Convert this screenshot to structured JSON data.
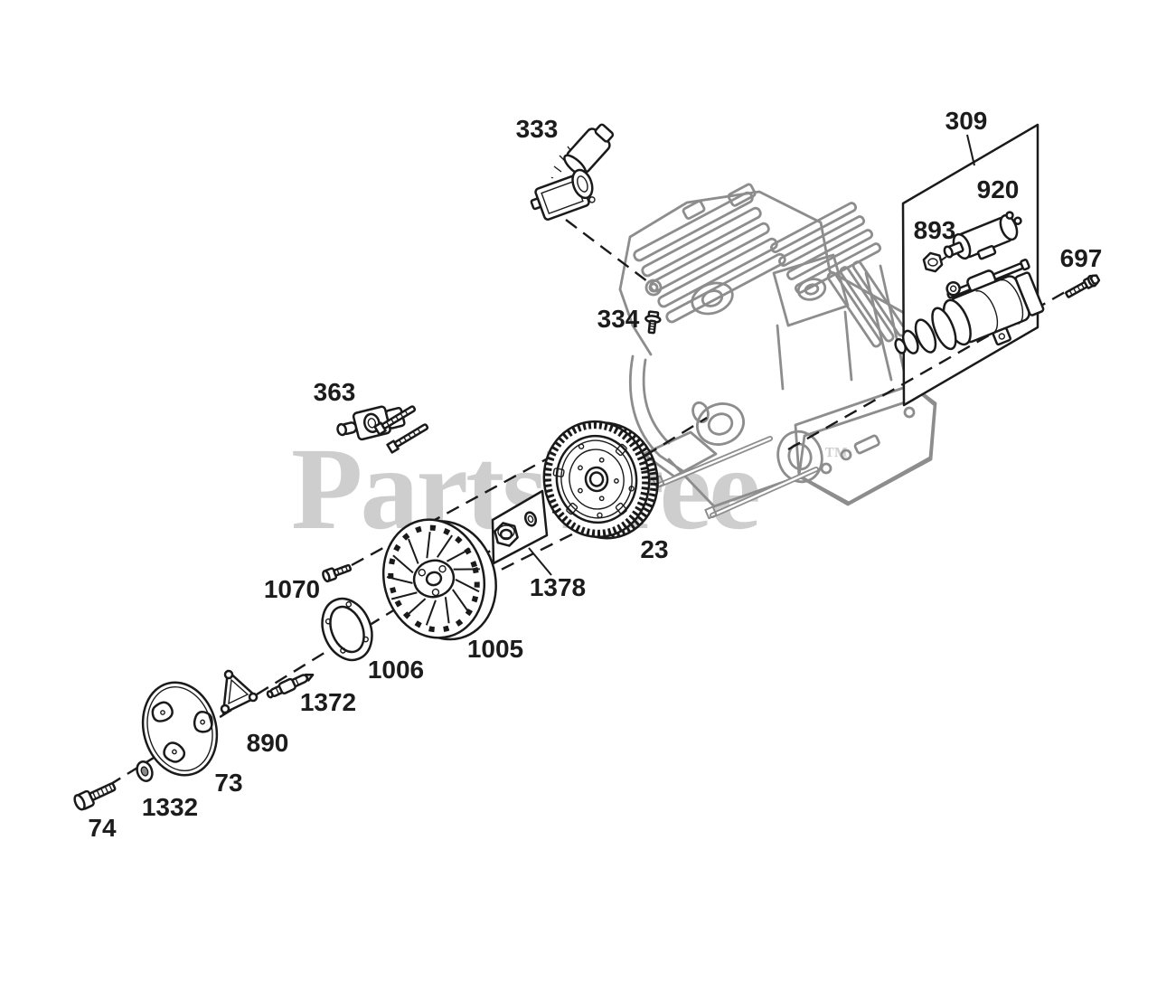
{
  "diagram": {
    "watermark": {
      "text": "PartsTree",
      "trademark": "™"
    },
    "colors": {
      "background": "#ffffff",
      "part_line": "#1a1a1a",
      "engine_line": "#8d8d8d",
      "label_text": "#1c1c1c",
      "watermark": "#cecece"
    },
    "part_labels": {
      "ignition_coil": "333",
      "engine_screw": "334",
      "starter_box": "309",
      "solenoid": "920",
      "hex_nut": "893",
      "starter_bolt": "697",
      "clamp_bracket": "363",
      "flywheel": "23",
      "nut_washer_box": "1378",
      "fan_bolt": "1070",
      "fan": "1005",
      "fan_ring": "1006",
      "stud": "1372",
      "triangle_bracket": "890",
      "screen_cover": "73",
      "washer": "1332",
      "screen_bolt": "74"
    }
  }
}
